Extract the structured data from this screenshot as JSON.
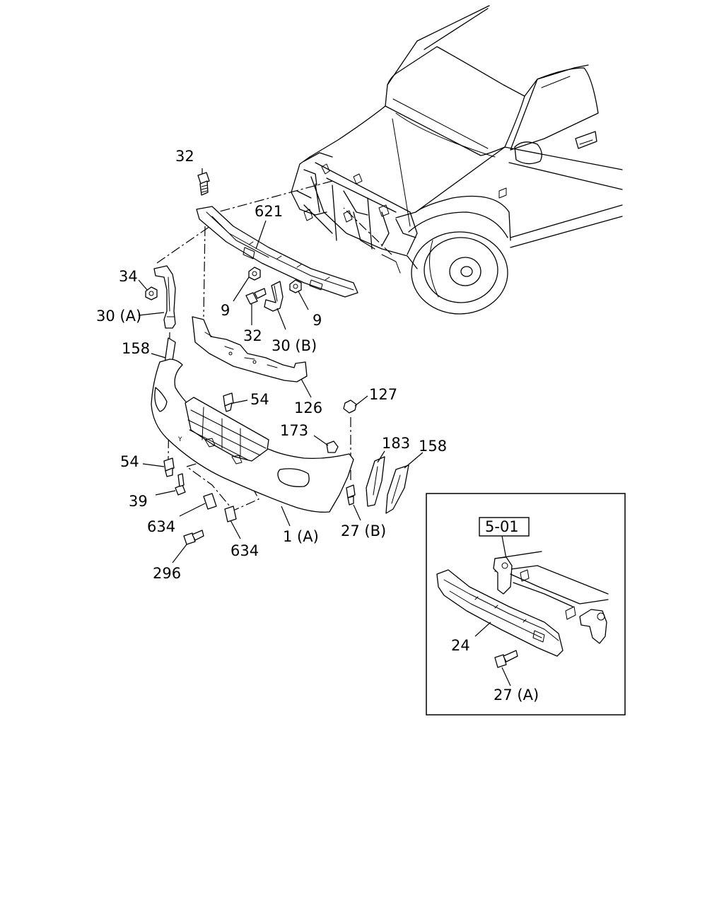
{
  "labels": {
    "l32_top": "32",
    "l621": "621",
    "l34": "34",
    "l30a": "30 (A)",
    "l9_left": "9",
    "l9_right": "9",
    "l32_mid": "32",
    "l30b": "30 (B)",
    "l158_left": "158",
    "l126": "126",
    "l54_top": "54",
    "l127": "127",
    "l173": "173",
    "l183": "183",
    "l158_right": "158",
    "l54_left": "54",
    "l39": "39",
    "l634_left": "634",
    "l634_right": "634",
    "l296": "296",
    "l1a": "1 (A)",
    "l27b": "27 (B)",
    "l24": "24",
    "l27a": "27 (A)"
  },
  "inset": {
    "section_ref": "5-01"
  },
  "small_marks": {
    "y_mark": "Y"
  }
}
